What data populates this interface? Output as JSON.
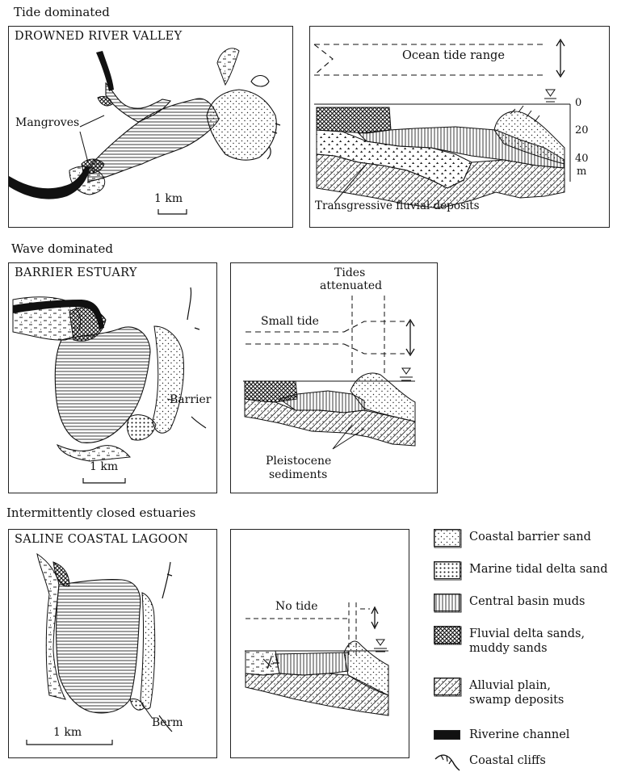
{
  "sections": {
    "tide": "Tide dominated",
    "wave": "Wave dominated",
    "closed": "Intermittently closed estuaries"
  },
  "panels": {
    "drowned": {
      "title": "DROWNED RIVER VALLEY",
      "mangroves": "Mangroves",
      "scale": "1 km"
    },
    "drowned_section": {
      "ocean_tide": "Ocean tide range",
      "depth_ticks": [
        "0",
        "20",
        "40",
        "m"
      ],
      "transgressive": "Transgressive fluvial deposits"
    },
    "barrier": {
      "title": "BARRIER ESTUARY",
      "barrier_label": "Barrier",
      "scale": "1 km"
    },
    "barrier_section": {
      "tides_attenuated_1": "Tides",
      "tides_attenuated_2": "attenuated",
      "small_tide": "Small tide",
      "pleistocene_1": "Pleistocene",
      "pleistocene_2": "sediments"
    },
    "lagoon": {
      "title": "SALINE COASTAL LAGOON",
      "berm": "Berm",
      "scale": "1 km"
    },
    "lagoon_section": {
      "no_tide": "No tide"
    }
  },
  "legend": [
    {
      "pattern": "barrier-sand",
      "label": "Coastal barrier sand"
    },
    {
      "pattern": "tidal-delta",
      "label": "Marine tidal delta sand"
    },
    {
      "pattern": "basin-muds",
      "label": "Central basin muds"
    },
    {
      "pattern": "fluvial-delta",
      "label": "Fluvial delta sands,",
      "label2": "muddy sands"
    },
    {
      "pattern": "alluvial",
      "label": "Alluvial plain,",
      "label2": "swamp deposits"
    },
    {
      "pattern": "riverine",
      "label": "Riverine channel"
    },
    {
      "pattern": "cliffs",
      "label": "Coastal cliffs"
    }
  ]
}
